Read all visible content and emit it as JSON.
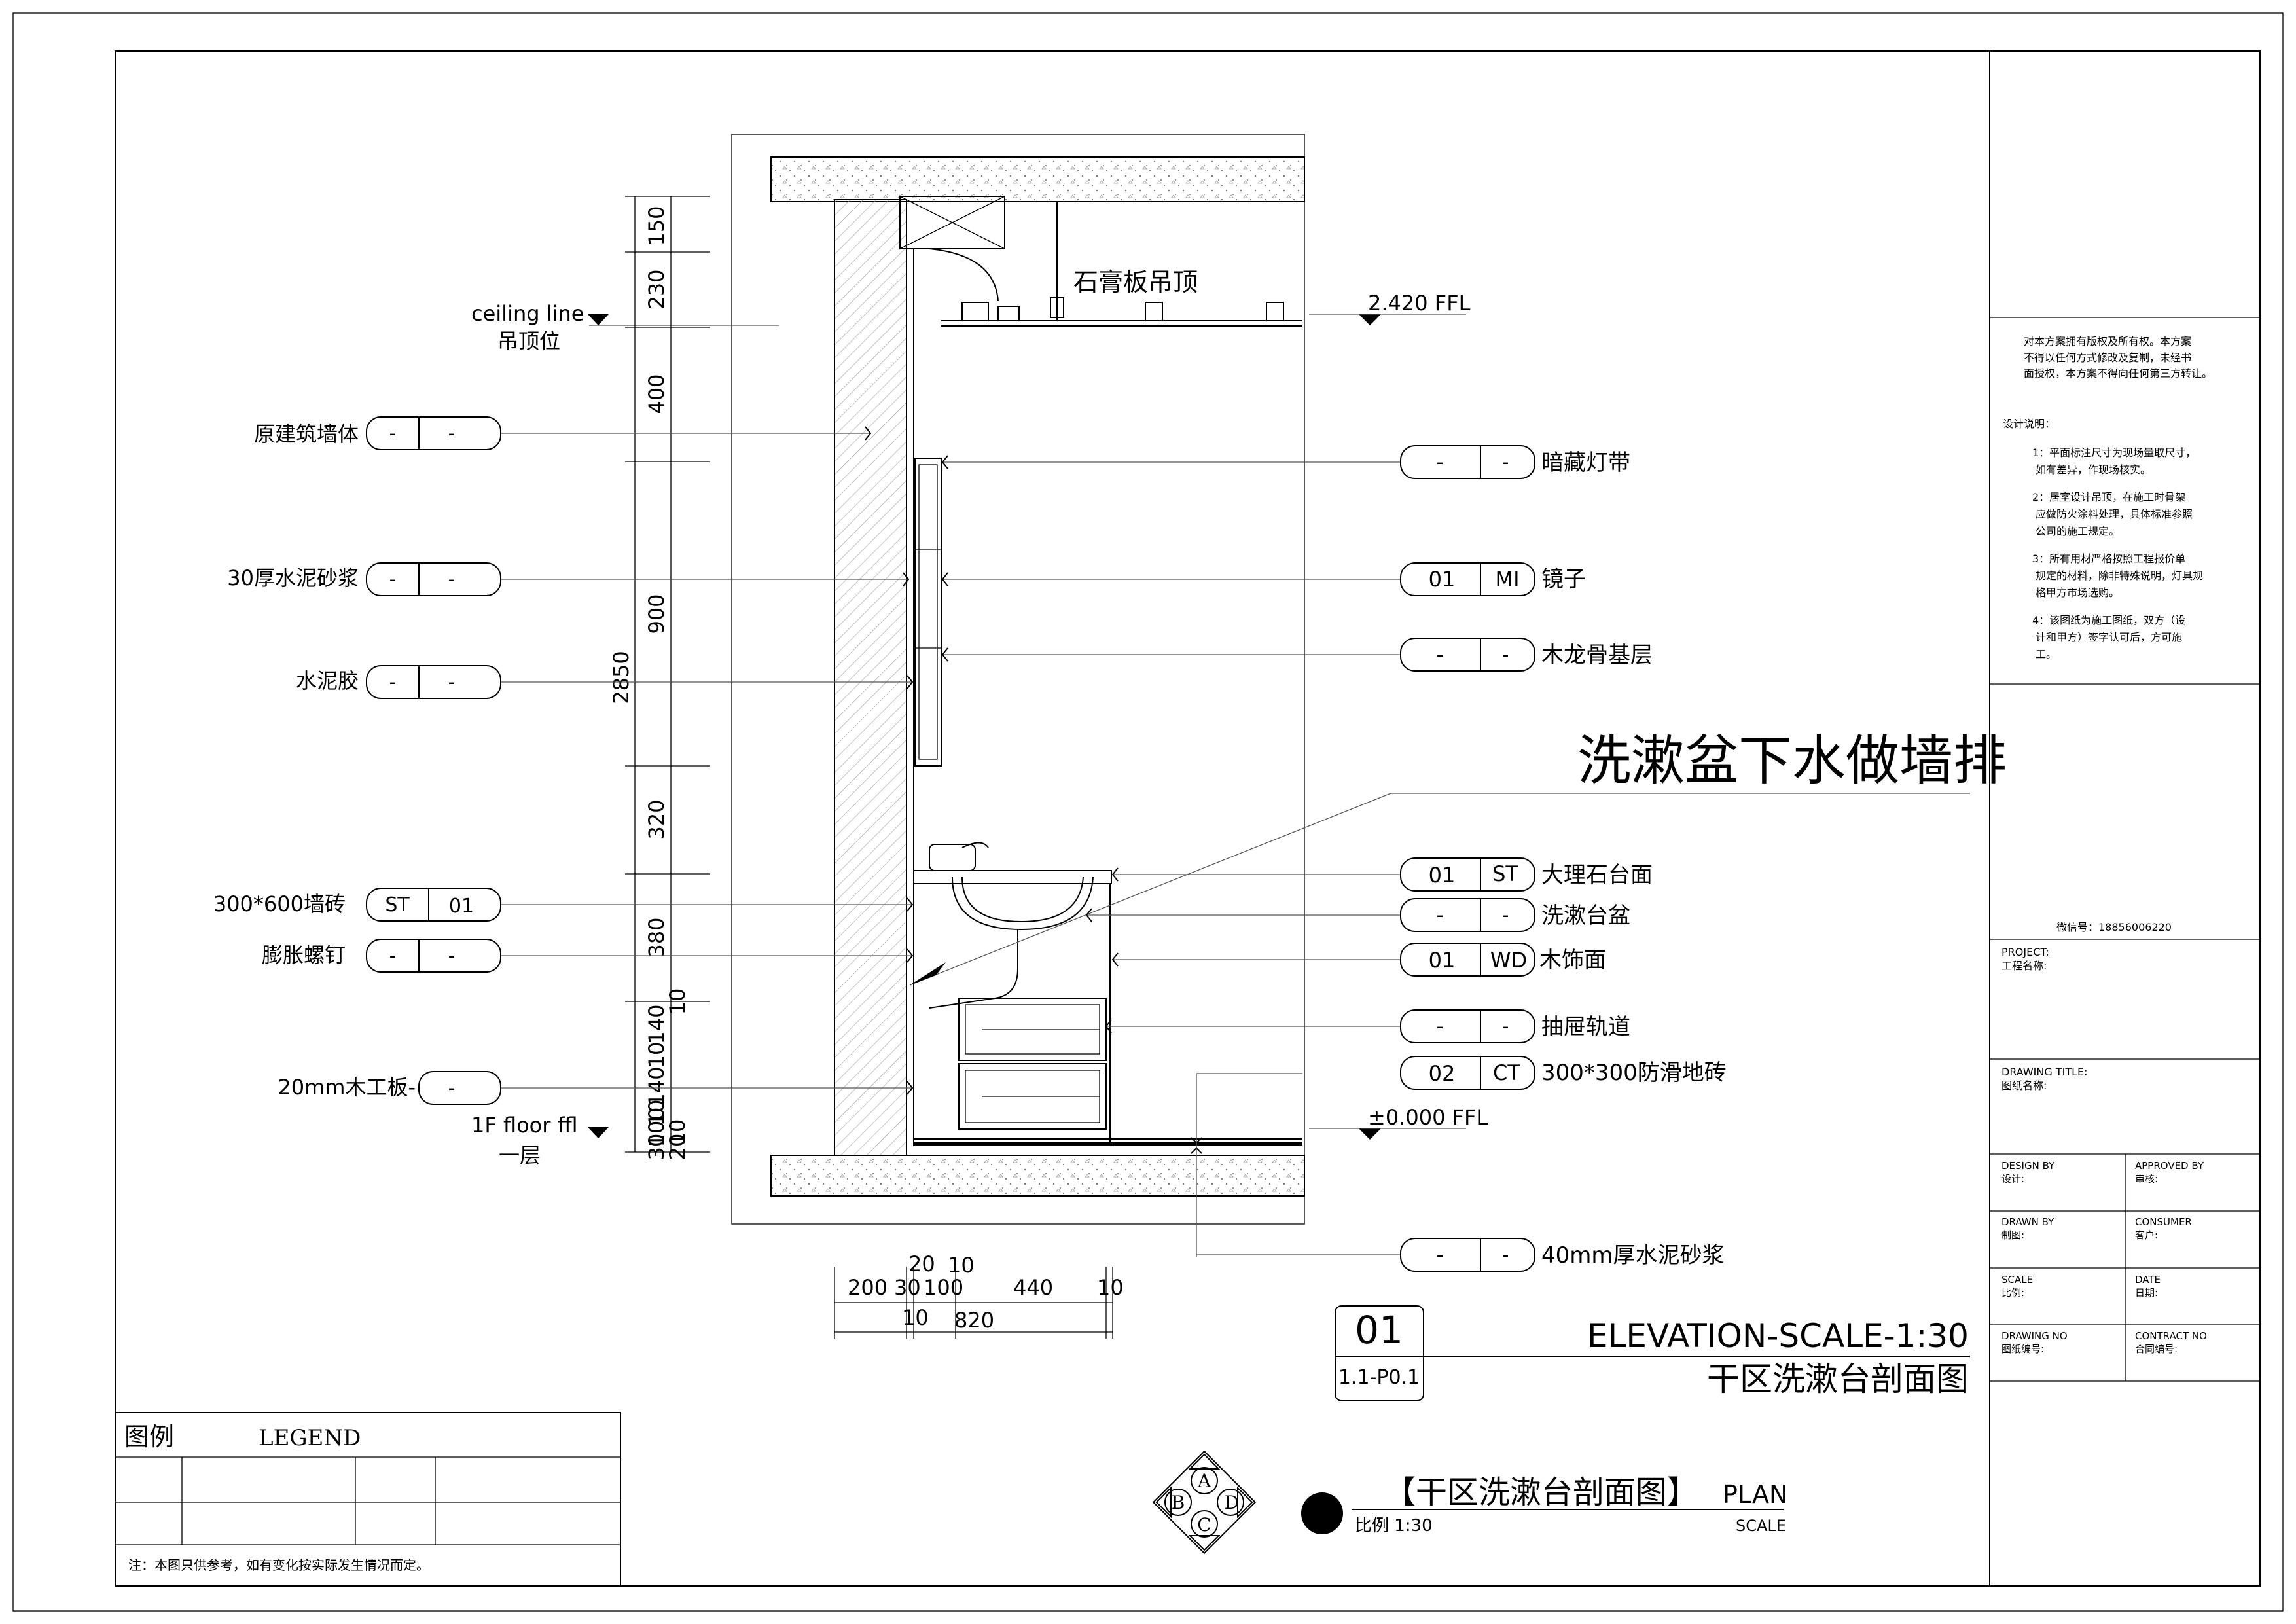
{
  "drawing": {
    "ceiling_label": "石膏板吊顶",
    "ceiling_line_label": "ceiling line",
    "ceiling_line_cn": "吊顶位",
    "level_top": "2.420 FFL",
    "level_floor": "±0.000 FFL",
    "floor_label": "1F floor ffl",
    "floor_cn": "一层",
    "big_note": "洗漱盆下水做墙排"
  },
  "left_tags": [
    {
      "label": "原建筑墙体",
      "code": "-",
      "num": "-"
    },
    {
      "label": "30厚水泥砂浆",
      "code": "-",
      "num": "-"
    },
    {
      "label": "水泥胶",
      "code": "-",
      "num": "-"
    },
    {
      "label": "300*600墙砖",
      "code": "ST",
      "num": "01"
    },
    {
      "label": "膨胀螺钉",
      "code": "-",
      "num": "-"
    },
    {
      "label": "20mm木工板-",
      "code": "",
      "num": "-"
    }
  ],
  "right_tags": [
    {
      "num": "-",
      "code": "-",
      "label": "暗藏灯带"
    },
    {
      "num": "01",
      "code": "MI",
      "label": "镜子"
    },
    {
      "num": "-",
      "code": "-",
      "label": "木龙骨基层"
    },
    {
      "num": "01",
      "code": "ST",
      "label": "大理石台面"
    },
    {
      "num": "-",
      "code": "-",
      "label": "洗漱台盆"
    },
    {
      "num": "01",
      "code": "WD",
      "label": "木饰面"
    },
    {
      "num": "-",
      "code": "-",
      "label": "抽屉轨道"
    },
    {
      "num": "02",
      "code": "CT",
      "label": "300*300防滑地砖"
    },
    {
      "num": "-",
      "code": "-",
      "label": "40mm厚水泥砂浆"
    }
  ],
  "dimensions": {
    "vertical": [
      "150",
      "230",
      "400",
      "900",
      "320",
      "380",
      "140",
      "10",
      "140",
      "10",
      "100",
      "10",
      "20",
      "30"
    ],
    "vertical_extra": [
      "10"
    ],
    "total_height": "2850",
    "horizontal_top": [
      "20",
      "10"
    ],
    "horizontal_mid": [
      "200",
      "30",
      "100",
      "440",
      "10"
    ],
    "horizontal_bottom": [
      "10",
      "820"
    ]
  },
  "title_block": {
    "sheet_num": "01",
    "sheet_ref": "1.1-P0.1",
    "title_en": "ELEVATION-SCALE-1:30",
    "title_cn": "干区洗漱台剖面图"
  },
  "plan_title": {
    "text": "【干区洗漱台剖面图】",
    "plan": "PLAN",
    "scale_label": "比例 1:30",
    "scale_en": "SCALE"
  },
  "compass": {
    "a": "A",
    "b": "B",
    "c": "C",
    "d": "D"
  },
  "legend": {
    "title_cn": "图例",
    "title_en": "LEGEND",
    "note": "注：本图只供参考，如有变化按实际发生情况而定。"
  },
  "side_panel": {
    "copyright": [
      "对本方案拥有版权及所有权。本方案",
      "不得以任何方式修改及复制，未经书",
      "面授权，本方案不得向任何第三方转让。"
    ],
    "design_notes_title": "设计说明：",
    "design_notes": [
      "1：平面标注尺寸为现场量取尺寸，",
      "如有差异，作现场核实。",
      "2：居室设计吊顶，在施工时骨架",
      "应做防火涂料处理，具体标准参照",
      "公司的施工规定。",
      "3：所有用材严格按照工程报价单",
      "规定的材料，除非特殊说明，灯具规",
      "格甲方市场选购。",
      "4：该图纸为施工图纸，双方（设",
      "计和甲方）签字认可后，方可施",
      "工。"
    ],
    "wechat": "微信号：18856006220",
    "project_en": "PROJECT:",
    "project_cn": "工程名称:",
    "drawing_title_en": "DRAWING TITLE:",
    "drawing_title_cn": "图纸名称:",
    "design_by_en": "DESIGN BY",
    "design_by_cn": "设计:",
    "approved_by_en": "APPROVED BY",
    "approved_by_cn": "审核:",
    "drawn_by_en": "DRAWN BY",
    "drawn_by_cn": "制图:",
    "consumer_en": "CONSUMER",
    "consumer_cn": "客户:",
    "scale_en": "SCALE",
    "scale_cn": "比例:",
    "date_en": "DATE",
    "date_cn": "日期:",
    "drawing_no_en": "DRAWING NO",
    "drawing_no_cn": "图纸编号:",
    "contract_no_en": "CONTRACT NO",
    "contract_no_cn": "合同编号:"
  }
}
